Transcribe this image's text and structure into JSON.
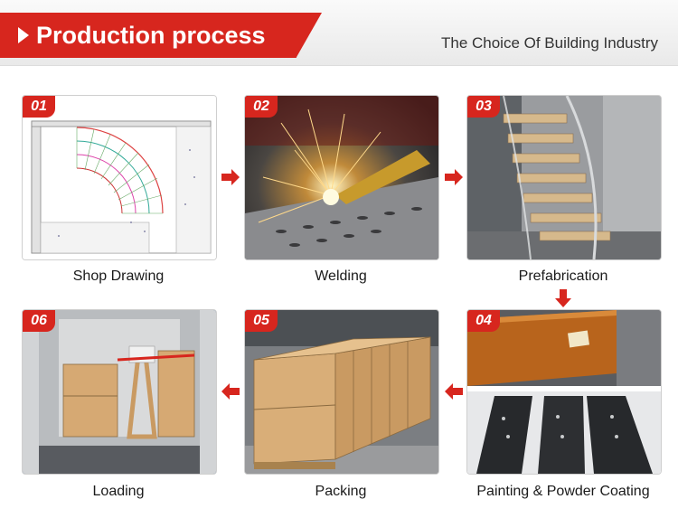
{
  "header": {
    "title": "Production process",
    "subtitle": "The Choice Of Building Industry"
  },
  "steps": [
    {
      "number": "01",
      "label": "Shop Drawing"
    },
    {
      "number": "02",
      "label": "Welding"
    },
    {
      "number": "03",
      "label": "Prefabrication"
    },
    {
      "number": "04",
      "label": "Painting & Powder Coating"
    },
    {
      "number": "05",
      "label": "Packing"
    },
    {
      "number": "06",
      "label": "Loading"
    }
  ],
  "colors": {
    "accent": "#d7261e",
    "label": "#1a1a1a",
    "subtitle": "#333333"
  },
  "icons": [
    "arrow-right-icon",
    "arrow-down-icon",
    "arrow-left-icon"
  ]
}
